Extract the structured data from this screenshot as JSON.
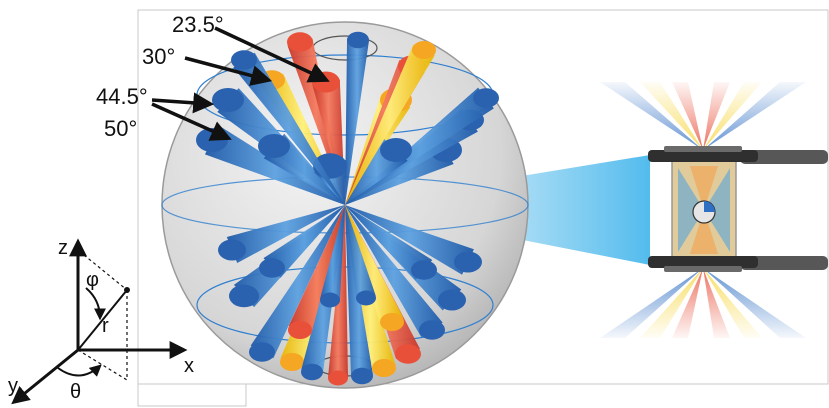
{
  "angle_labels": {
    "a1": "23.5°",
    "a2": "30°",
    "a3": "44.5°",
    "a4": "50°"
  },
  "coordinate_frame": {
    "z": "z",
    "x": "x",
    "y": "y",
    "r": "r",
    "phi": "φ",
    "theta": "θ"
  },
  "colors": {
    "blue": "#2f6fc4",
    "blue_light": "#5a9bdc",
    "red": "#e8503a",
    "orange": "#f5a623",
    "yellow": "#f7d84a",
    "sphere": "#d9d9d9",
    "beam": "#6ec3ee"
  }
}
